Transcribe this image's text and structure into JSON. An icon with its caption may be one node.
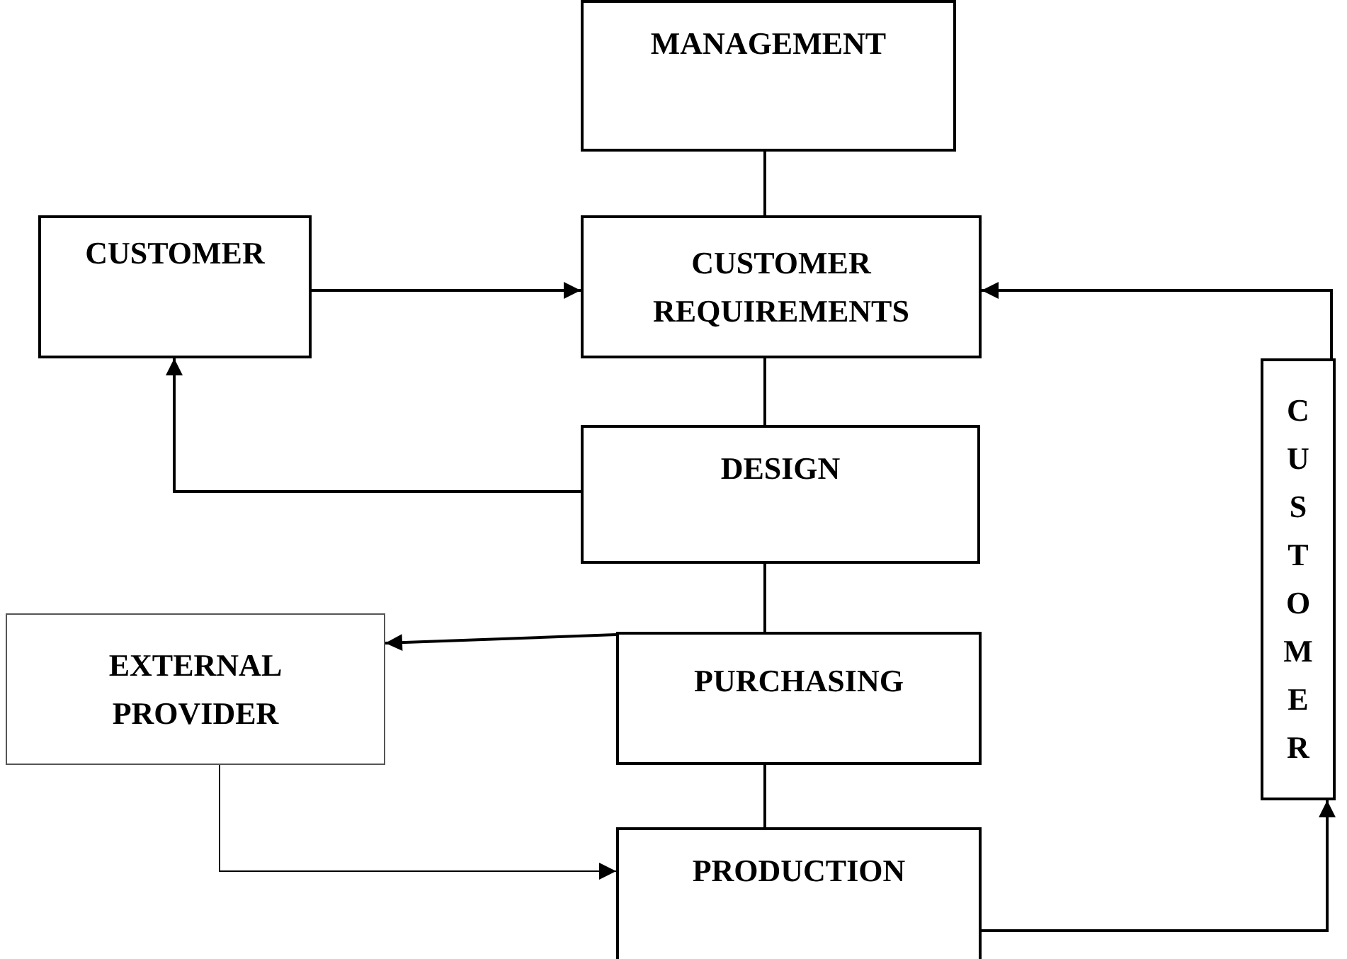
{
  "diagram": {
    "nodes": [
      {
        "text": [
          "MANAGEMENT"
        ]
      },
      {
        "text": [
          "CUSTOMER"
        ]
      },
      {
        "text": [
          "CUSTOMER REQUIREMENTS"
        ]
      },
      {
        "text": [
          "DESIGN"
        ]
      },
      {
        "text": [
          "EXTERNAL PROVIDER"
        ]
      },
      {
        "text": [
          "PURCHASING"
        ]
      },
      {
        "text": [
          "PRODUCTION"
        ]
      },
      {
        "text": [
          "CUSTOMER"
        ]
      }
    ],
    "edges": [
      {
        "from": 0,
        "to": 2,
        "arrow": "none"
      },
      {
        "from": 1,
        "to": 2,
        "arrow": "to"
      },
      {
        "from": 7,
        "to": 2,
        "arrow": "to"
      },
      {
        "from": 2,
        "to": 3,
        "arrow": "none"
      },
      {
        "from": 3,
        "to": 1,
        "arrow": "to"
      },
      {
        "from": 3,
        "to": 5,
        "arrow": "none"
      },
      {
        "from": 5,
        "to": 4,
        "arrow": "to"
      },
      {
        "from": 5,
        "to": 6,
        "arrow": "none"
      },
      {
        "from": 4,
        "to": 6,
        "arrow": "to"
      },
      {
        "from": 6,
        "to": 7,
        "arrow": "to"
      }
    ]
  }
}
